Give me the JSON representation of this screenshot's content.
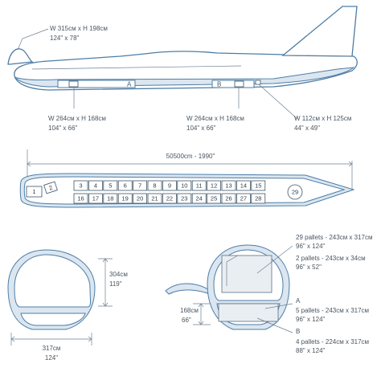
{
  "colors": {
    "outline": "#4d7da6",
    "band": "#dbe6f0",
    "text": "#4a5560"
  },
  "side_view": {
    "nose_door": {
      "metric": "W 315см x H 198см",
      "imperial": "124\" x 78\""
    },
    "fwd_door": {
      "metric": "W 264см x H 168см",
      "imperial": "104\" x 66\""
    },
    "aft_door": {
      "metric": "W 264см x H 168см",
      "imperial": "104\" x 66\""
    },
    "bulk_door": {
      "metric": "W 112см x H 125см",
      "imperial": "44\" x 49\""
    },
    "hold_a_label": "A",
    "hold_b_label": "B"
  },
  "top_view": {
    "length": "50500cm - 1990\"",
    "positions": [
      "1",
      "2",
      "3",
      "4",
      "5",
      "6",
      "7",
      "8",
      "9",
      "10",
      "11",
      "12",
      "13",
      "14",
      "15",
      "16",
      "17",
      "18",
      "19",
      "20",
      "21",
      "22",
      "23",
      "24",
      "25",
      "26",
      "27",
      "28",
      "29"
    ]
  },
  "cross_section_main": {
    "height_metric": "304см",
    "height_imperial": "119\"",
    "width_metric": "317см",
    "width_imperial": "124\""
  },
  "cross_section_lower": {
    "height_metric": "168см",
    "height_imperial": "66\""
  },
  "capacity": {
    "main_deck_1": {
      "metric": "29 pallets - 243см x 317см",
      "imperial": "96\" x 124\""
    },
    "main_deck_2": {
      "metric": "2 pallets - 243см x 34см",
      "imperial": "96\" x 52\""
    },
    "lower_a_label": "A",
    "lower_a": {
      "metric": "5 pallets - 243см x 317см",
      "imperial": "96\" x 124\""
    },
    "lower_b_label": "B",
    "lower_b": {
      "metric": "4 pallets - 224см x 317см",
      "imperial": "88\" x 124\""
    }
  }
}
